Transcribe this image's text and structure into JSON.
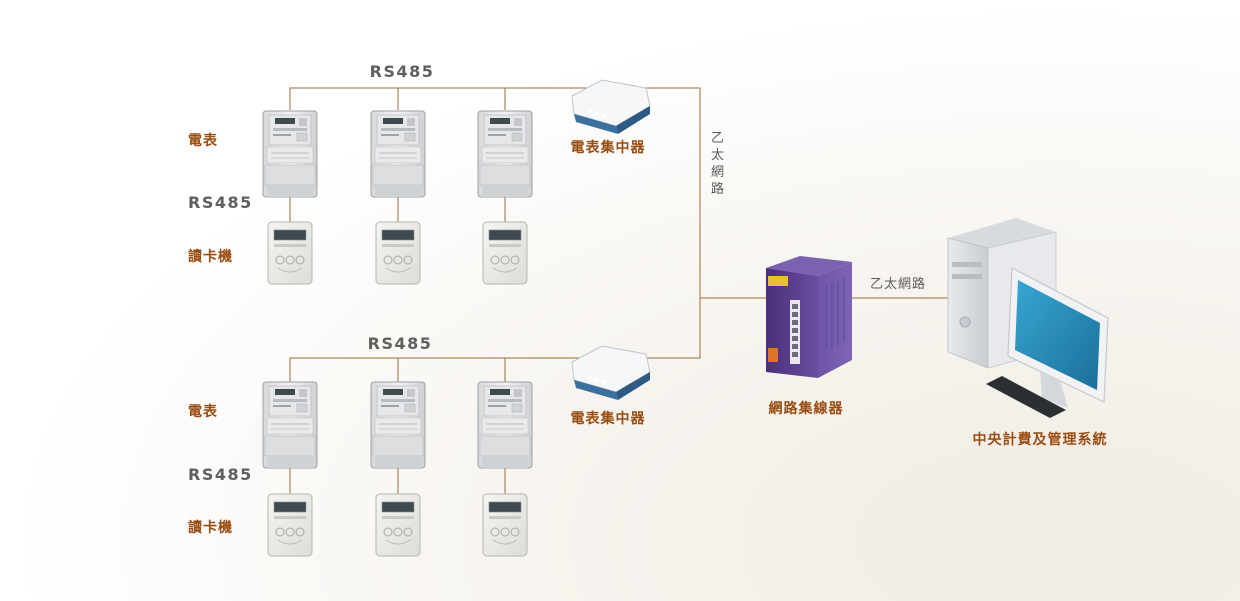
{
  "bus_top": "RS485",
  "bus_bottom": "RS485",
  "ethernet_vertical": [
    "乙",
    "太",
    "網",
    "路"
  ],
  "ethernet_horizontal": "乙太網路",
  "group_top": {
    "meter": "電表",
    "rs485": "RS485",
    "reader": "讀卡機"
  },
  "group_bottom": {
    "meter": "電表",
    "rs485": "RS485",
    "reader": "讀卡機"
  },
  "concentrator_top": "電表集中器",
  "concentrator_bottom": "電表集中器",
  "switch": "網路集線器",
  "central_system": "中央計費及管理系統",
  "colors": {
    "wire": "#a06a3a",
    "label_orange": "#9a4d12",
    "switch_purple": "#5b3d8c",
    "monitor_blue": "#2a8fbd"
  }
}
